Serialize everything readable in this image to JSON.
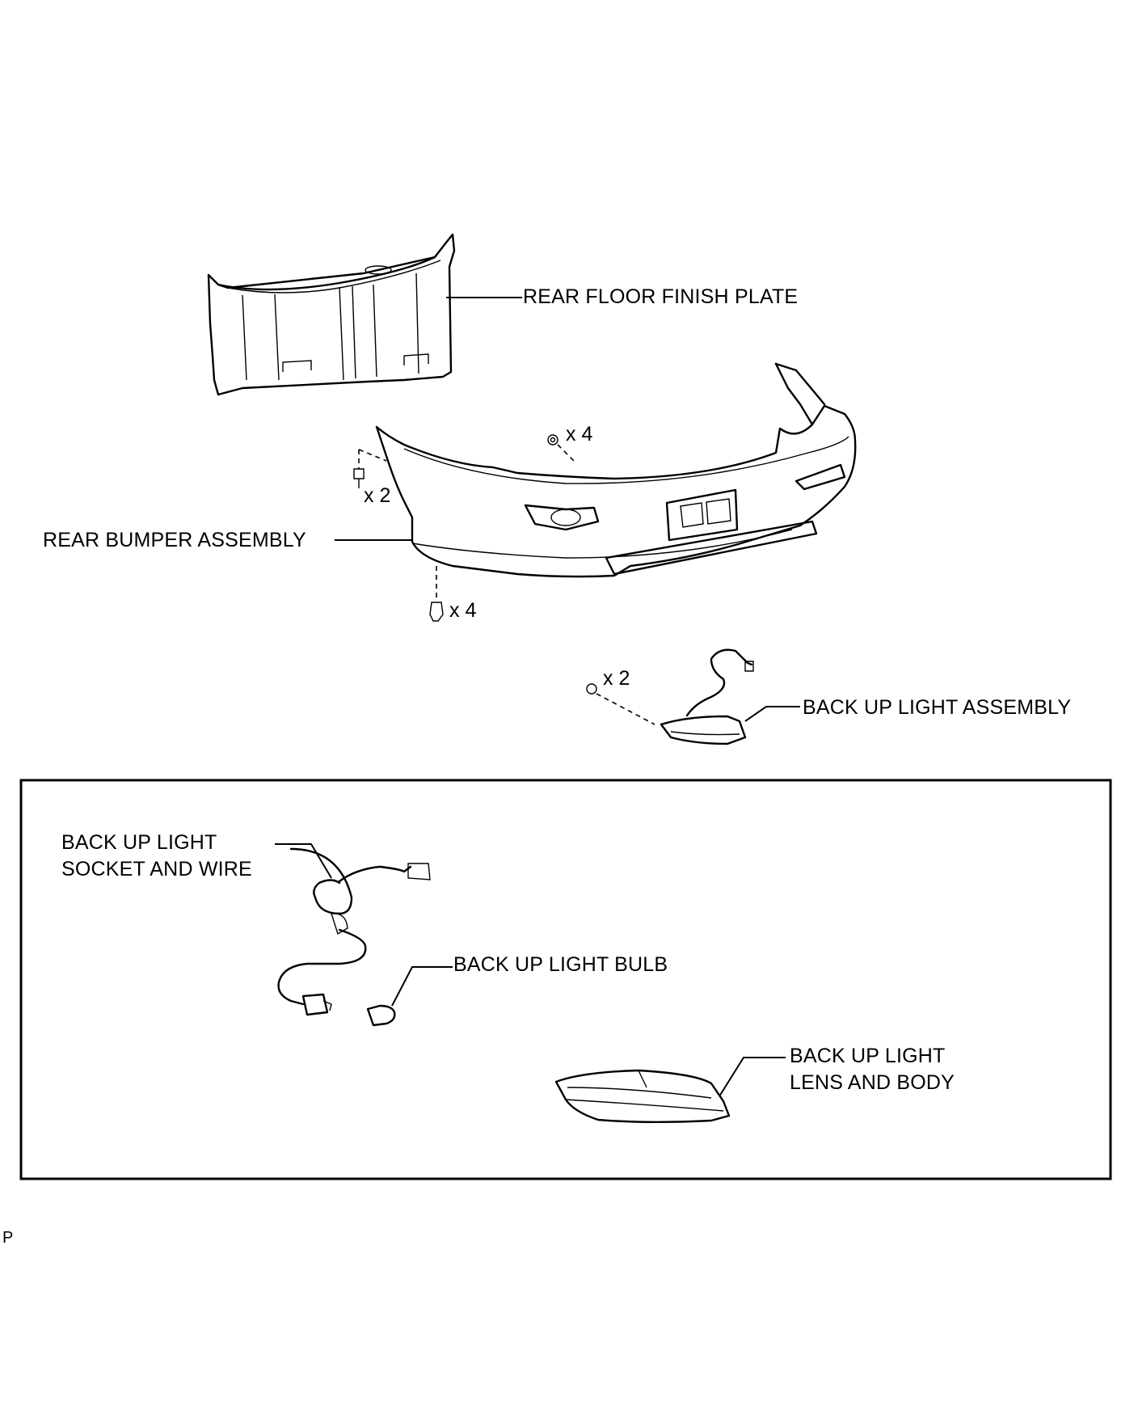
{
  "labels": {
    "rear_floor_finish_plate": "REAR FLOOR FINISH PLATE",
    "rear_bumper_assembly": "REAR BUMPER ASSEMBLY",
    "back_up_light_assembly": "BACK UP LIGHT ASSEMBLY",
    "socket_and_wire_line1": "BACK UP LIGHT",
    "socket_and_wire_line2": "SOCKET AND WIRE",
    "back_up_light_bulb": "BACK UP LIGHT BULB",
    "lens_and_body_line1": "BACK UP LIGHT",
    "lens_and_body_line2": "LENS AND BODY"
  },
  "quantities": {
    "bumper_nut": "x 4",
    "bumper_side_screw": "x 2",
    "bumper_bottom_clip": "x 4",
    "light_nut": "x 2"
  },
  "page_code": "P"
}
